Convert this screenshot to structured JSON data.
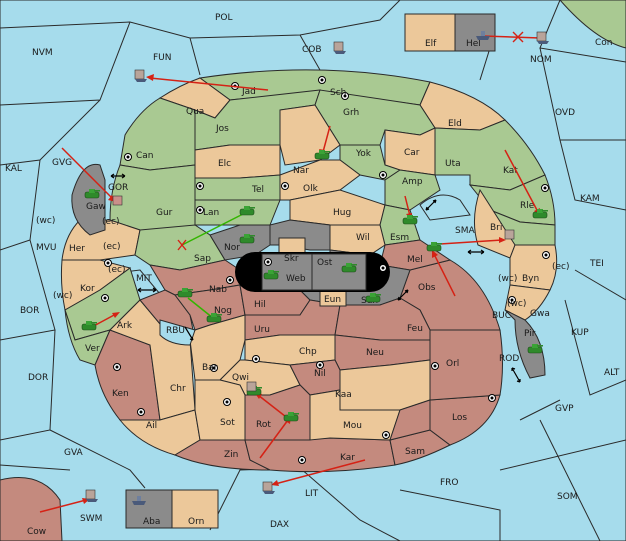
{
  "regions": {
    "pol": "POL",
    "nvm": "NVM",
    "fun": "FUN",
    "cob": "COB",
    "elf": "Elf",
    "hel": "Hel",
    "con": "Con",
    "nom": "NOM",
    "jad": "Jad",
    "sch": "Sch",
    "ovd": "OVD",
    "qua": "Qua",
    "jos": "Jos",
    "grh": "Grh",
    "eld": "Eld",
    "can": "Can",
    "kal": "KAL",
    "gvg": "GVG",
    "elc": "Elc",
    "nar": "Nar",
    "yok": "Yok",
    "car": "Car",
    "uta": "Uta",
    "kat": "Kat",
    "kam": "KAM",
    "tel": "Tel",
    "olk": "Olk",
    "amp": "Amp",
    "gor": "GOR",
    "gaw": "Gaw",
    "gur": "Gur",
    "lan": "Lan",
    "hug": "Hug",
    "rle": "Rle",
    "mvu": "MVU",
    "wc": "(wc)",
    "ec": "(ec)",
    "her": "Her",
    "esm": "Esm",
    "bri": "Bri",
    "sma": "SMA",
    "wil": "Wil",
    "sap": "Sap",
    "nor": "Nor",
    "skr": "Skr",
    "ost": "Ost",
    "mel": "Mel",
    "tei": "TEI",
    "web": "Web",
    "byn": "Byn",
    "kor": "Kor",
    "mit": "MIT",
    "nab": "Nab",
    "obs": "Obs",
    "bor": "BOR",
    "eun": "Eun",
    "sun": "Sun",
    "gwa": "Gwa",
    "hil": "Hil",
    "nog": "Nog",
    "ark": "Ark",
    "rbu": "RBU",
    "uru": "Uru",
    "feu": "Feu",
    "buc": "BUC",
    "pir": "Pir",
    "kup": "KUP",
    "ver": "Ver",
    "chp": "Chp",
    "neu": "Neu",
    "orl": "Orl",
    "bar": "Bar",
    "rod": "ROD",
    "alt": "ALT",
    "dor": "DOR",
    "qwi": "Qwi",
    "nil": "Nil",
    "ken": "Ken",
    "chr": "Chr",
    "kaa": "Kaa",
    "gvp": "GVP",
    "los": "Los",
    "ail": "Ail",
    "sot": "Sot",
    "rot": "Rot",
    "mou": "Mou",
    "gva": "GVA",
    "sam": "Sam",
    "zin": "Zin",
    "kar": "Kar",
    "fro": "FRO",
    "som": "SOM",
    "lit": "LIT",
    "swm": "SWM",
    "cow": "Cow",
    "aba": "Aba",
    "orn": "Orn",
    "dax": "DAX"
  },
  "colors": {
    "sea": "#a6dcec",
    "green": "#a9c992",
    "tan": "#ecc89a",
    "red": "#c48a7e",
    "gray": "#8b8b8b",
    "order": "#d52215",
    "support": "#33b500"
  },
  "icons": {
    "army": "tank-icon",
    "fleet": "ship-icon",
    "supply": "supply-center-icon"
  }
}
